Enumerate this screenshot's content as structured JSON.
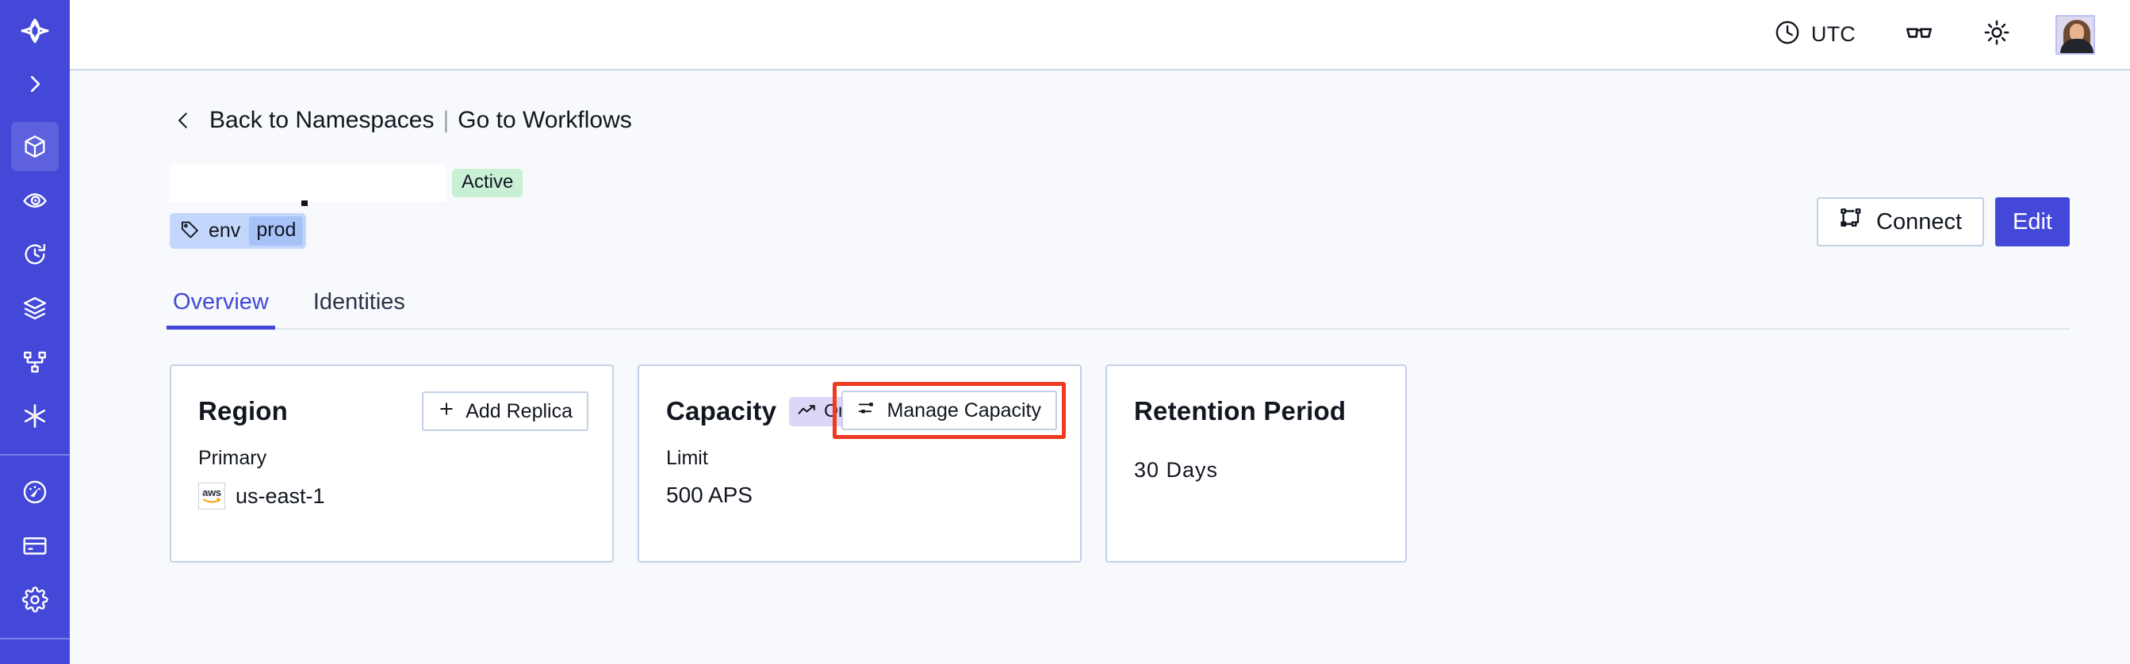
{
  "sidebar": {
    "accent_color": "#4348d8",
    "items": [
      {
        "name": "logo",
        "icon": "sparkle-logo-icon",
        "active": false
      },
      {
        "name": "expand",
        "icon": "chevron-right-icon",
        "active": false
      },
      {
        "name": "namespaces",
        "icon": "cube-icon",
        "active": true
      },
      {
        "name": "observability",
        "icon": "eye-icon",
        "active": false
      },
      {
        "name": "history",
        "icon": "clock-rewind-icon",
        "active": false
      },
      {
        "name": "layers",
        "icon": "layers-icon",
        "active": false
      },
      {
        "name": "workflows",
        "icon": "git-branch-icon",
        "active": false
      },
      {
        "name": "integrations",
        "icon": "asterisk-icon",
        "active": false
      },
      {
        "name": "usage",
        "icon": "gauge-icon",
        "active": false
      },
      {
        "name": "billing",
        "icon": "credit-card-icon",
        "active": false
      },
      {
        "name": "settings",
        "icon": "gear-icon",
        "active": false
      }
    ]
  },
  "topbar": {
    "timezone_label": "UTC",
    "timezone_icon": "clock-icon",
    "readability_icon": "glasses-icon",
    "theme_icon": "sun-icon",
    "avatar_icon": "user-avatar"
  },
  "breadcrumb": {
    "back_icon": "chevron-left-icon",
    "back_label": "Back to Namespaces",
    "separator": "|",
    "forward_label": "Go to Workflows"
  },
  "header": {
    "title": "",
    "status_badge": "Active",
    "status_badge_color": "#c9f0d5",
    "tag": {
      "icon": "tag-icon",
      "key": "env",
      "value": "prod",
      "bg_color": "#c3d6fb",
      "value_bg_color": "#a7c2f7"
    },
    "connect_label": "Connect",
    "connect_icon": "connect-flow-icon",
    "edit_label": "Edit",
    "edit_color": "#4348d8"
  },
  "tabs": [
    {
      "label": "Overview",
      "active": true
    },
    {
      "label": "Identities",
      "active": false
    }
  ],
  "cards": {
    "region": {
      "title": "Region",
      "button_label": "Add Replica",
      "button_icon": "plus-icon",
      "sub_label": "Primary",
      "provider_icon": "aws-logo",
      "provider_text": "aws",
      "value": "us-east-1"
    },
    "capacity": {
      "title": "Capacity",
      "badge_label": "On-Demand",
      "badge_icon": "trending-up-icon",
      "badge_color": "#ddd6f7",
      "button_label": "Manage Capacity",
      "button_icon": "sliders-icon",
      "highlight_color": "#ef3b21",
      "sub_label": "Limit",
      "value": "500 APS"
    },
    "retention": {
      "title": "Retention Period",
      "value": "30 Days"
    }
  }
}
